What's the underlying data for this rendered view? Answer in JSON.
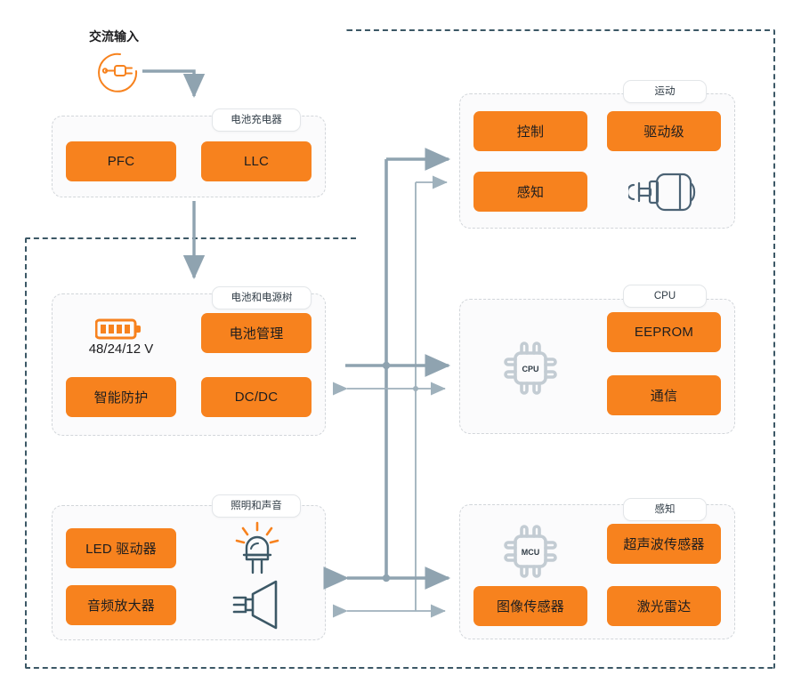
{
  "diagram": {
    "title_label": "交流输入",
    "accent_color": "#F7821E",
    "frame_color": "#3c5866",
    "bus_color": "#8fa3b0",
    "panel_border_color": "#d2d6da"
  },
  "ac_input": {
    "label": "交流输入",
    "icon": "power-plug-icon"
  },
  "panels": [
    {
      "id": "battery-charger",
      "title": "电池充电器",
      "blocks": [
        {
          "label": "PFC"
        },
        {
          "label": "LLC"
        }
      ]
    },
    {
      "id": "battery-power-tree",
      "title": "电池和电源树",
      "icon": "battery-icon",
      "icon_caption": "48/24/12 V",
      "blocks": [
        {
          "label": "电池管理"
        },
        {
          "label": "智能防护"
        },
        {
          "label": "DC/DC"
        }
      ]
    },
    {
      "id": "lighting-sound",
      "title": "照明和声音",
      "icons": [
        "led-lamp-icon",
        "speaker-icon"
      ],
      "blocks": [
        {
          "label": "LED 驱动器"
        },
        {
          "label": "音频放大器"
        }
      ]
    },
    {
      "id": "motion",
      "title": "运动",
      "icon": "motor-icon",
      "blocks": [
        {
          "label": "控制"
        },
        {
          "label": "驱动级"
        },
        {
          "label": "感知"
        }
      ]
    },
    {
      "id": "cpu",
      "title": "CPU",
      "icon": "cpu-chip-icon",
      "icon_text": "CPU",
      "blocks": [
        {
          "label": "EEPROM"
        },
        {
          "label": "通信"
        }
      ]
    },
    {
      "id": "sensing",
      "title": "感知",
      "icon": "mcu-chip-icon",
      "icon_text": "MCU",
      "blocks": [
        {
          "label": "超声波传感器"
        },
        {
          "label": "图像传感器"
        },
        {
          "label": "激光雷达"
        }
      ]
    }
  ]
}
